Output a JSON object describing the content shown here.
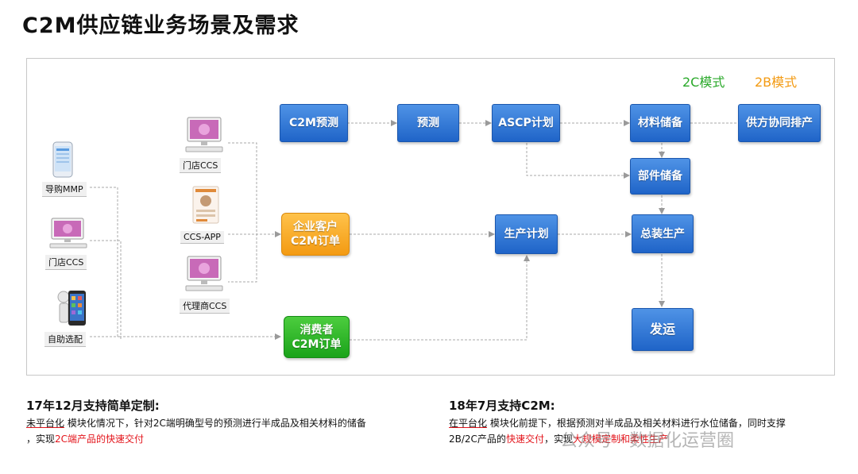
{
  "page": {
    "title": "C2M供应链业务场景及需求"
  },
  "legend": {
    "mode_2c": "2C模式",
    "mode_2b": "2B模式",
    "color_2c": "#2aa92a",
    "color_2b": "#f39a12"
  },
  "devices": {
    "left": [
      "导购MMP",
      "门店CCS",
      "自助选配"
    ],
    "middle": [
      "门店CCS",
      "CCS-APP",
      "代理商CCS"
    ]
  },
  "nodes": {
    "c2m_forecast": "C2M预测",
    "forecast": "预测",
    "ascp_plan": "ASCP计划",
    "material_stock": "材料储备",
    "supplier_coschedule": "供方协同排产",
    "component_stock": "部件储备",
    "enterprise_order_line1": "企业客户",
    "enterprise_order_line2": "C2M订单",
    "production_plan": "生产计划",
    "final_assembly": "总装生产",
    "consumer_order_line1": "消费者",
    "consumer_order_line2": "C2M订单",
    "shipping": "发运"
  },
  "notes": {
    "left": {
      "heading": "17年12月支持简单定制:",
      "p1": "未平台化",
      "p2": " 模块化情况下，针对2C端明确型号的预测进行半成品及相关材料的储备",
      "p3": "，实现",
      "p4": "2C端产品的快速交付"
    },
    "right": {
      "heading": "18年7月支持C2M:",
      "p1": "在平台化",
      "p2": " 模块化前提下，根据预测对半成品及相关材料进行水位储备，同时支撑",
      "p3": "2B/2C产品的",
      "p4": "快速交付",
      "p5": "，实现",
      "p6": "大规模定制和柔性生产"
    }
  },
  "watermark": "公众号 · 数据化运营圈"
}
